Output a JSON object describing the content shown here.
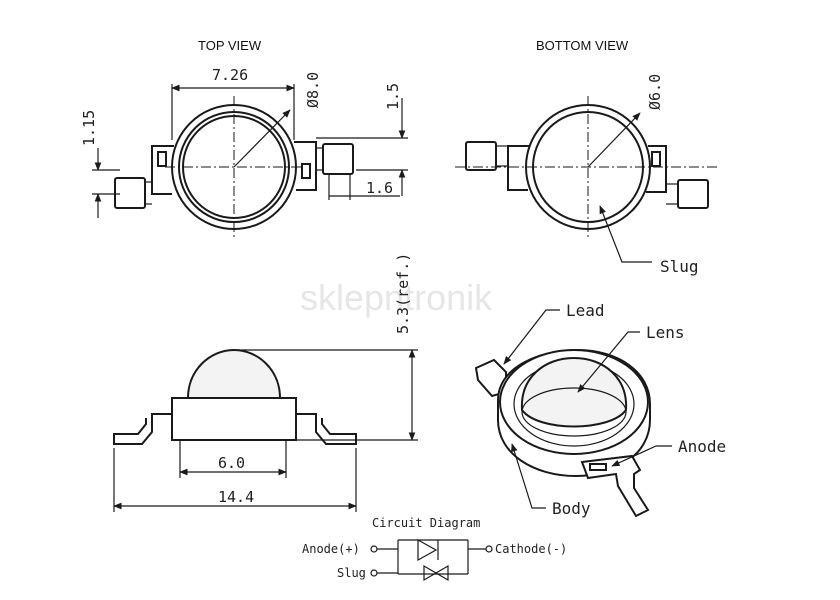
{
  "titles": {
    "top_view": "TOP VIEW",
    "bottom_view": "BOTTOM VIEW"
  },
  "dimensions": {
    "width_726": "7.26",
    "dia_8": "Ø8.0",
    "h_115": "1.15",
    "h_15": "1.5",
    "w_16": "1.6",
    "dia_6": "Ø6.0",
    "height_53": "5.3(ref.)",
    "w_60": "6.0",
    "w_144": "14.4"
  },
  "labels": {
    "slug": "Slug",
    "lead": "Lead",
    "lens": "Lens",
    "anode": "Anode",
    "body": "Body"
  },
  "circuit": {
    "title": "Circuit Diagram",
    "anode": "Anode(+)",
    "cathode": "Cathode(-)",
    "slug": "Slug"
  },
  "watermark": "sklepntronik"
}
